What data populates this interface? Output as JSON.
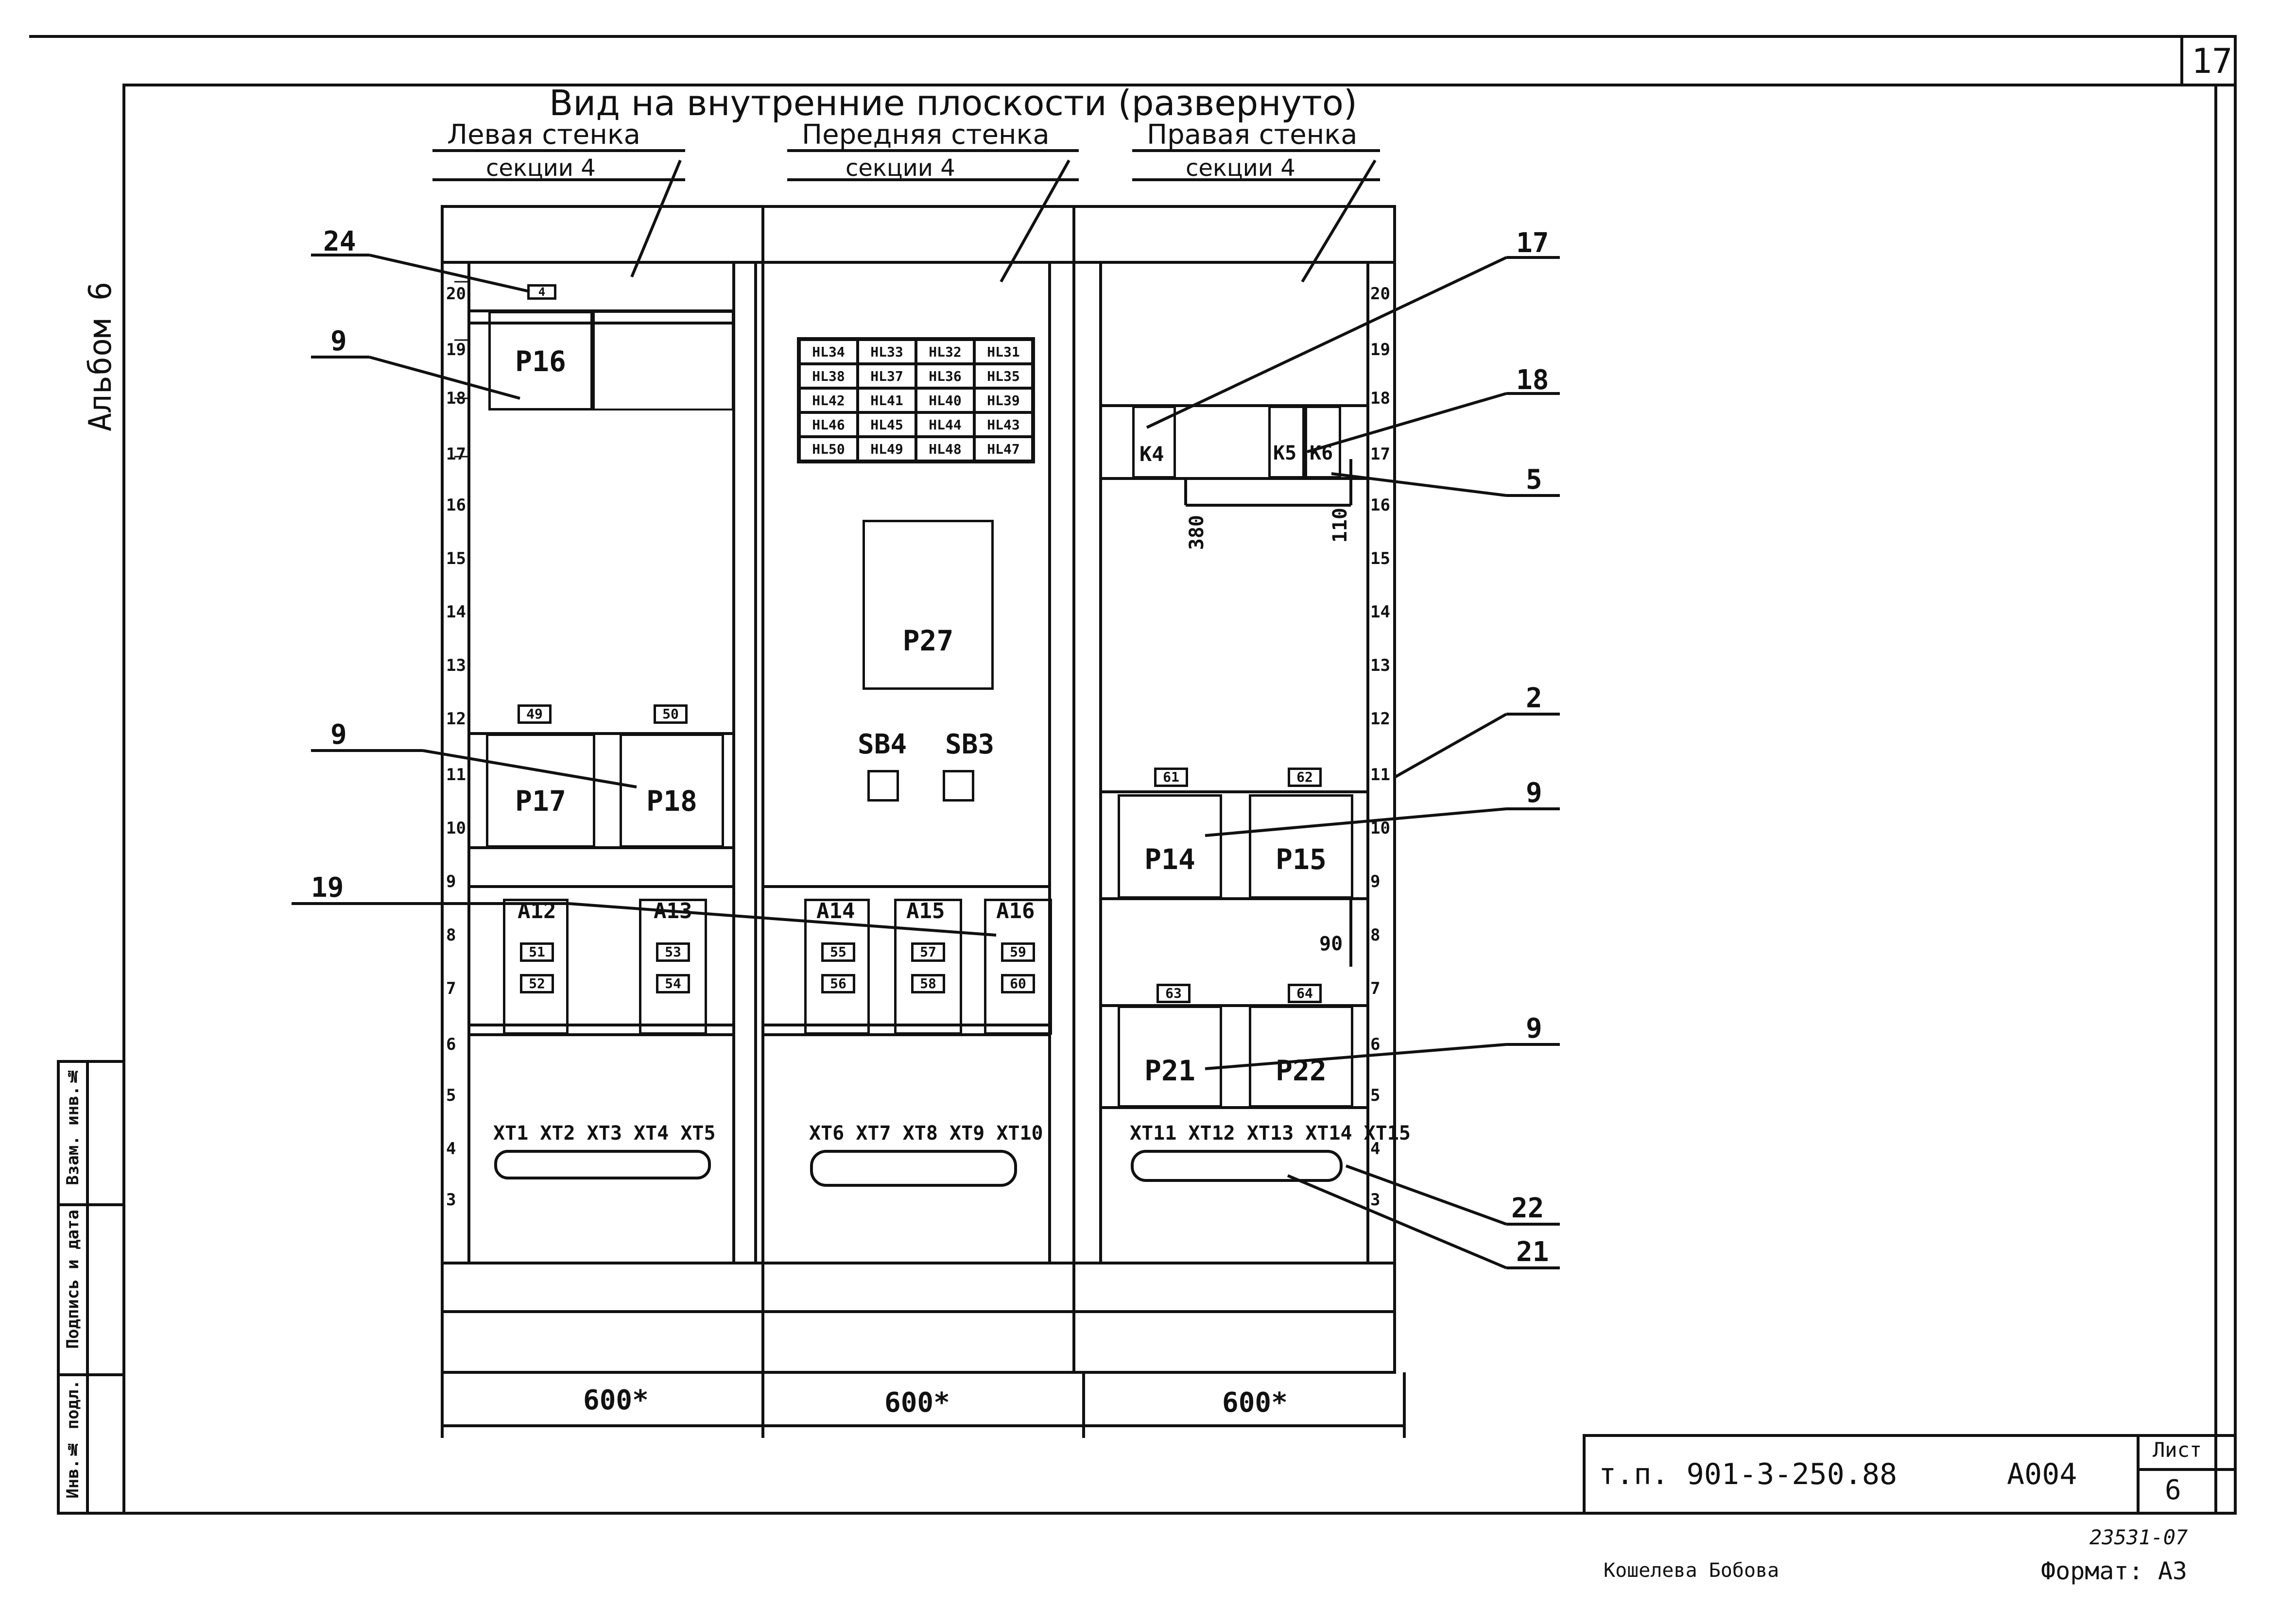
{
  "sheet_number": "17",
  "album_label": "Альбом 6",
  "title": "Вид на внутренние плоскости (развернуто)",
  "walls": [
    {
      "name": "Левая стенка",
      "section": "секции 4"
    },
    {
      "name": "Передняя стенка",
      "section": "секции 4"
    },
    {
      "name": "Правая стенка",
      "section": "секции 4"
    }
  ],
  "rail_numbers": [
    "20",
    "19",
    "18",
    "17",
    "16",
    "15",
    "14",
    "13",
    "12",
    "11",
    "10",
    "9",
    "8",
    "7",
    "6",
    "5",
    "4",
    "3"
  ],
  "callouts": [
    "24",
    "9",
    "9",
    "19",
    "17",
    "18",
    "5",
    "2",
    "9",
    "9",
    "22",
    "21"
  ],
  "left": {
    "tag_top": "4",
    "relays": [
      "Р16",
      "Р17",
      "Р18"
    ],
    "tags_mid": [
      "49",
      "50"
    ],
    "diodes": [
      "А12",
      "А13"
    ],
    "diode_tags": [
      "51",
      "52",
      "53",
      "54"
    ],
    "terminals": "ХТ1 ХТ2 ХТ3 ХТ4 ХТ5"
  },
  "front": {
    "lamps": [
      [
        "НL34",
        "НL33",
        "НL32",
        "НL31"
      ],
      [
        "НL38",
        "НL37",
        "НL36",
        "НL35"
      ],
      [
        "НL42",
        "НL41",
        "НL40",
        "НL39"
      ],
      [
        "НL46",
        "НL45",
        "НL44",
        "НL43"
      ],
      [
        "НL50",
        "НL49",
        "НL48",
        "НL47"
      ]
    ],
    "relay": "Р27",
    "buttons": [
      "SВ4",
      "SВ3"
    ],
    "diodes": [
      "А14",
      "А15",
      "А16"
    ],
    "diode_tags": [
      "55",
      "56",
      "57",
      "58",
      "59",
      "60"
    ],
    "terminals": "ХТ6 ХТ7 ХТ8 ХТ9 ХТ10"
  },
  "right": {
    "contactors": [
      "К4",
      "К5",
      "К6"
    ],
    "dims": [
      "380",
      "110",
      "90"
    ],
    "tags_mid": [
      "61",
      "62"
    ],
    "relays": [
      "Р14",
      "Р15",
      "Р21",
      "Р22"
    ],
    "tags_low": [
      "63",
      "64"
    ],
    "terminals": "ХТ11 ХТ12 ХТ13 ХТ14 ХТ15"
  },
  "widths": [
    "600*",
    "600*",
    "600*"
  ],
  "side_stamp": [
    "Инв.№ подл.",
    "Подпись и дата",
    "Взам. инв.№"
  ],
  "title_block": {
    "code": "т.п. 901-3-250.88",
    "sheet_code": "А004",
    "sheet_label": "Лист",
    "sheet": "6"
  },
  "footer_number": "23531-07",
  "footer_names": "Кошелева Бобова",
  "format": "Формат: А3"
}
